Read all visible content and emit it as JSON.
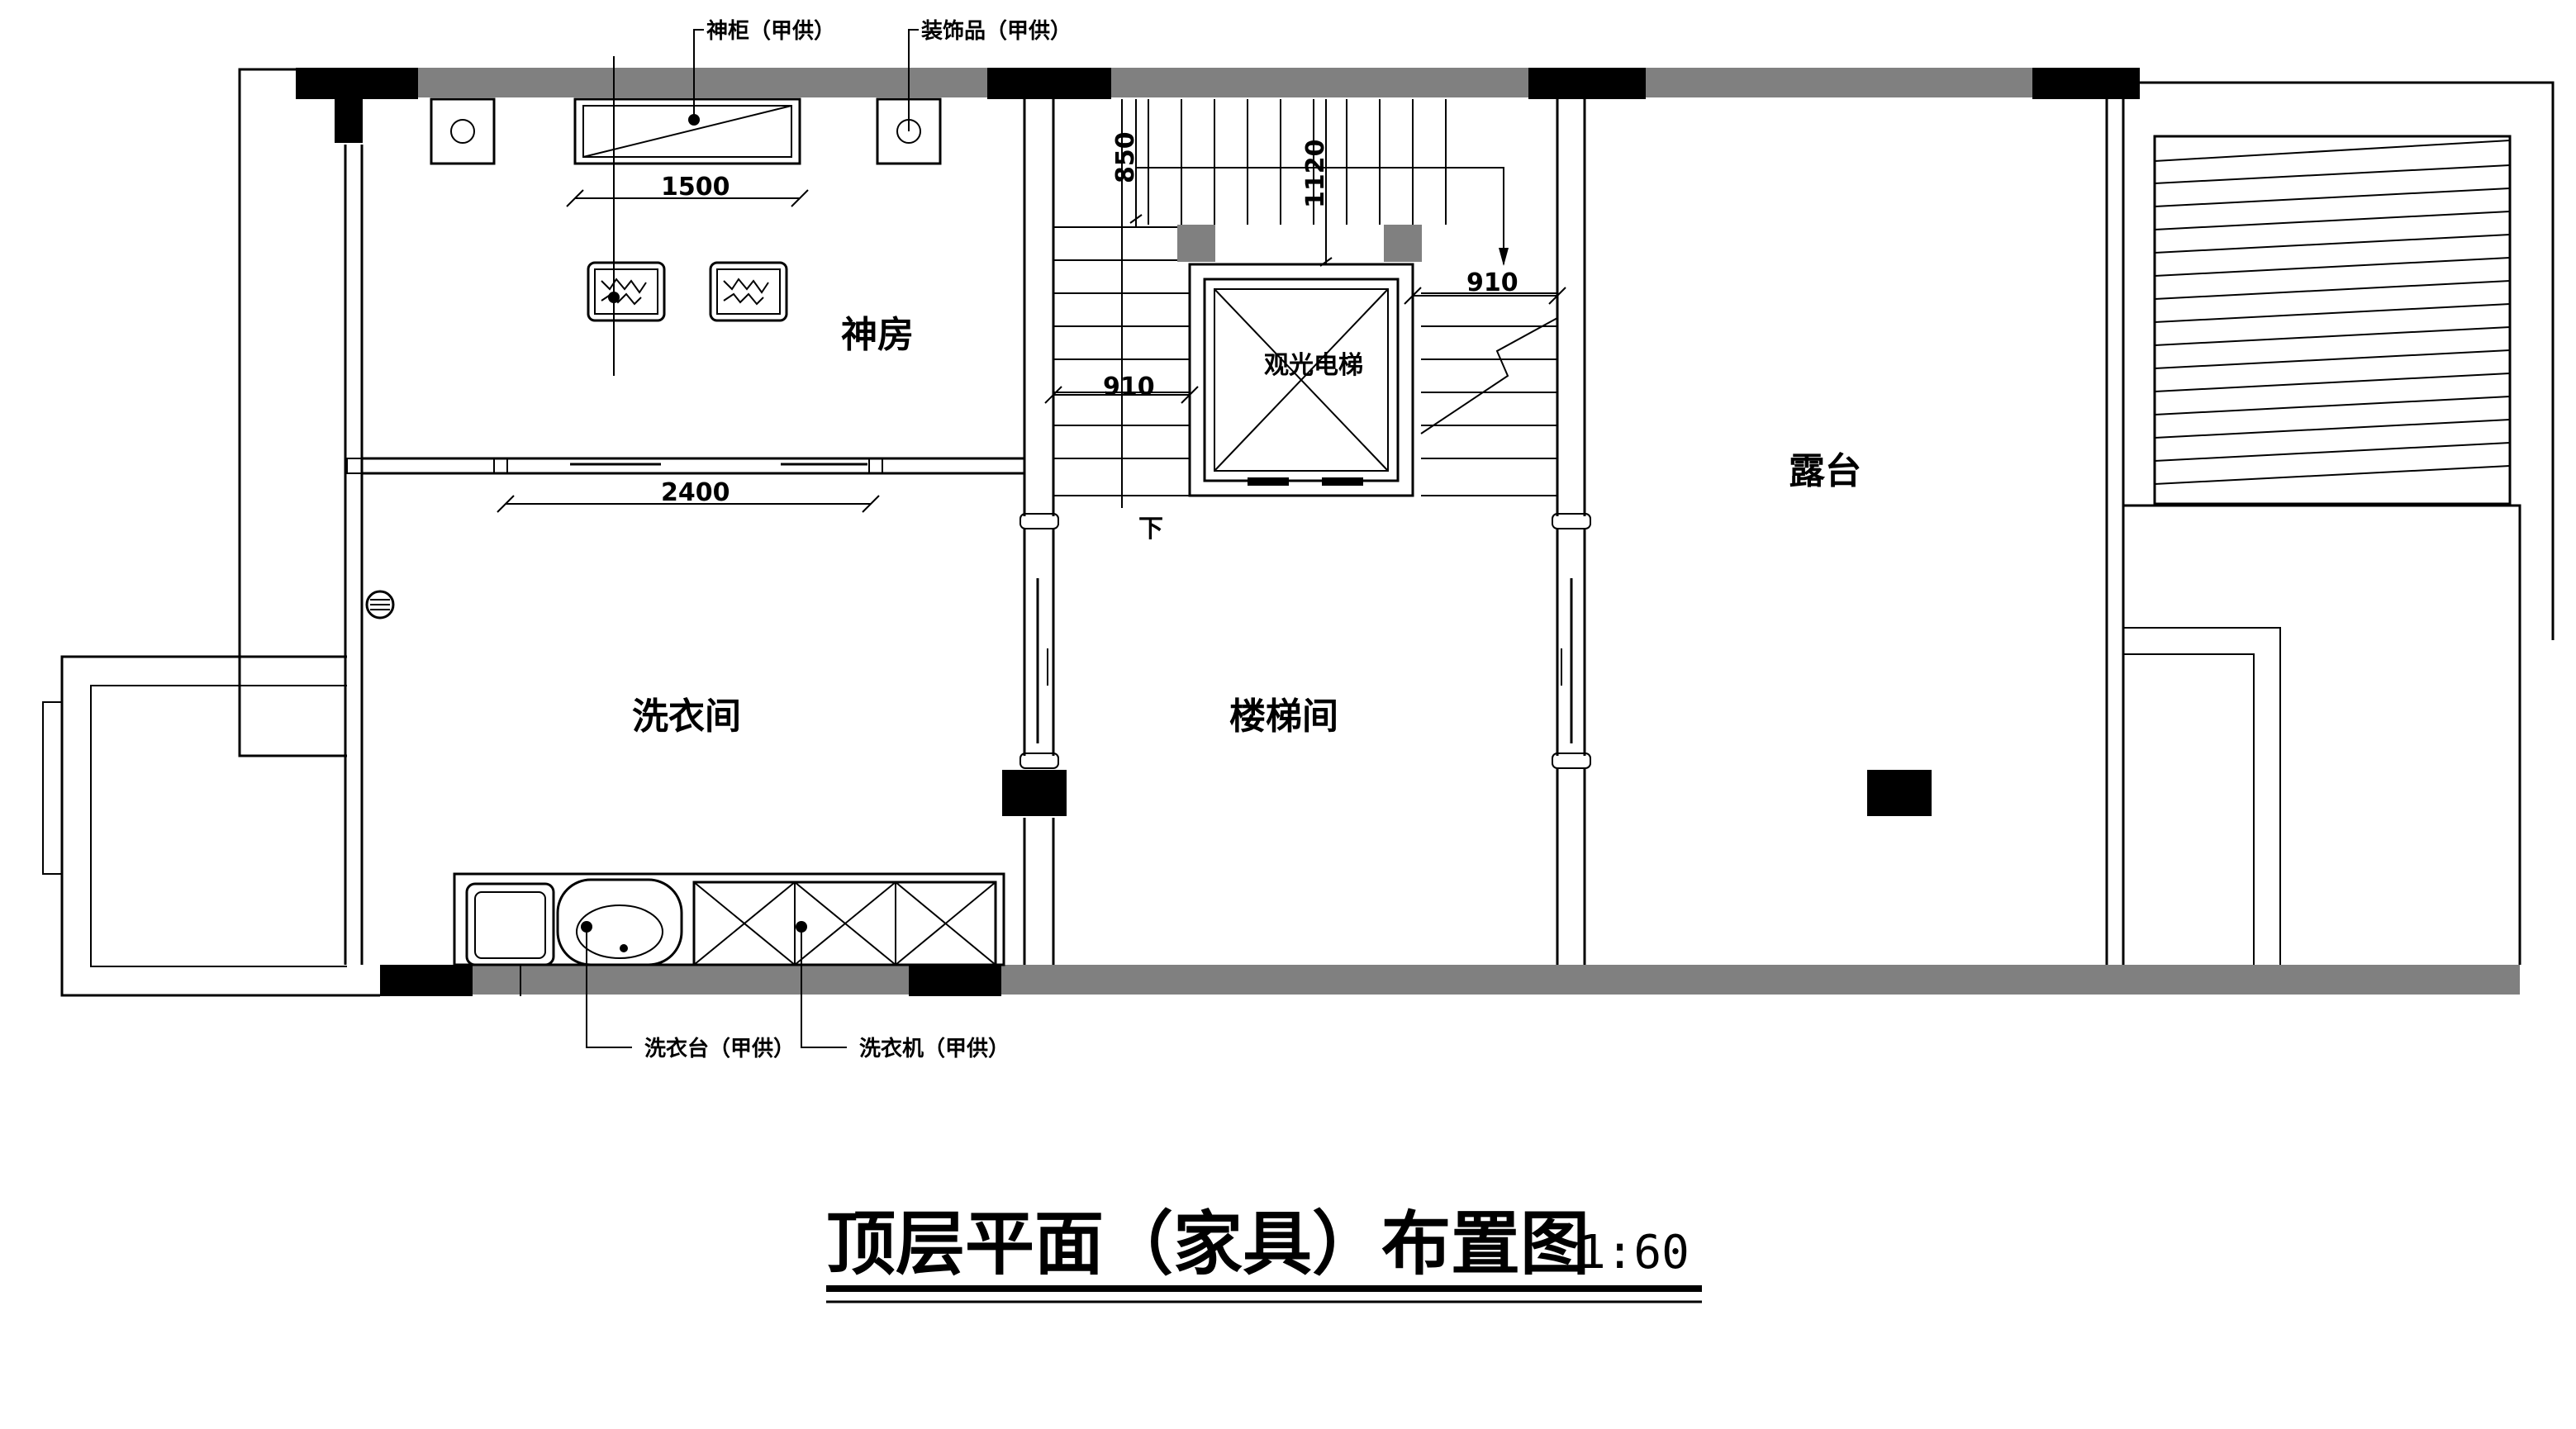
{
  "drawing": {
    "title": "顶层平面（家具）布置图",
    "scale": "1:60"
  },
  "rooms": {
    "shrine_room": "神房",
    "laundry_room": "洗衣间",
    "stair_hall": "楼梯间",
    "terrace": "露台",
    "elevator": "观光电梯"
  },
  "labels": {
    "shrine_cabinet": "神柜（甲供）",
    "decoration": "装饰品（甲供）",
    "wash_basin": "洗衣台（甲供）",
    "washing_machine": "洗衣机（甲供）",
    "down": "下"
  },
  "dimensions": {
    "d1500": "1500",
    "d2400": "2400",
    "d850": "850",
    "d1120": "1120",
    "d910_top": "910",
    "d910_left": "910"
  },
  "colors": {
    "wall_black": "#000000",
    "wall_gray": "#808080",
    "line": "#000000",
    "background": "#ffffff"
  }
}
